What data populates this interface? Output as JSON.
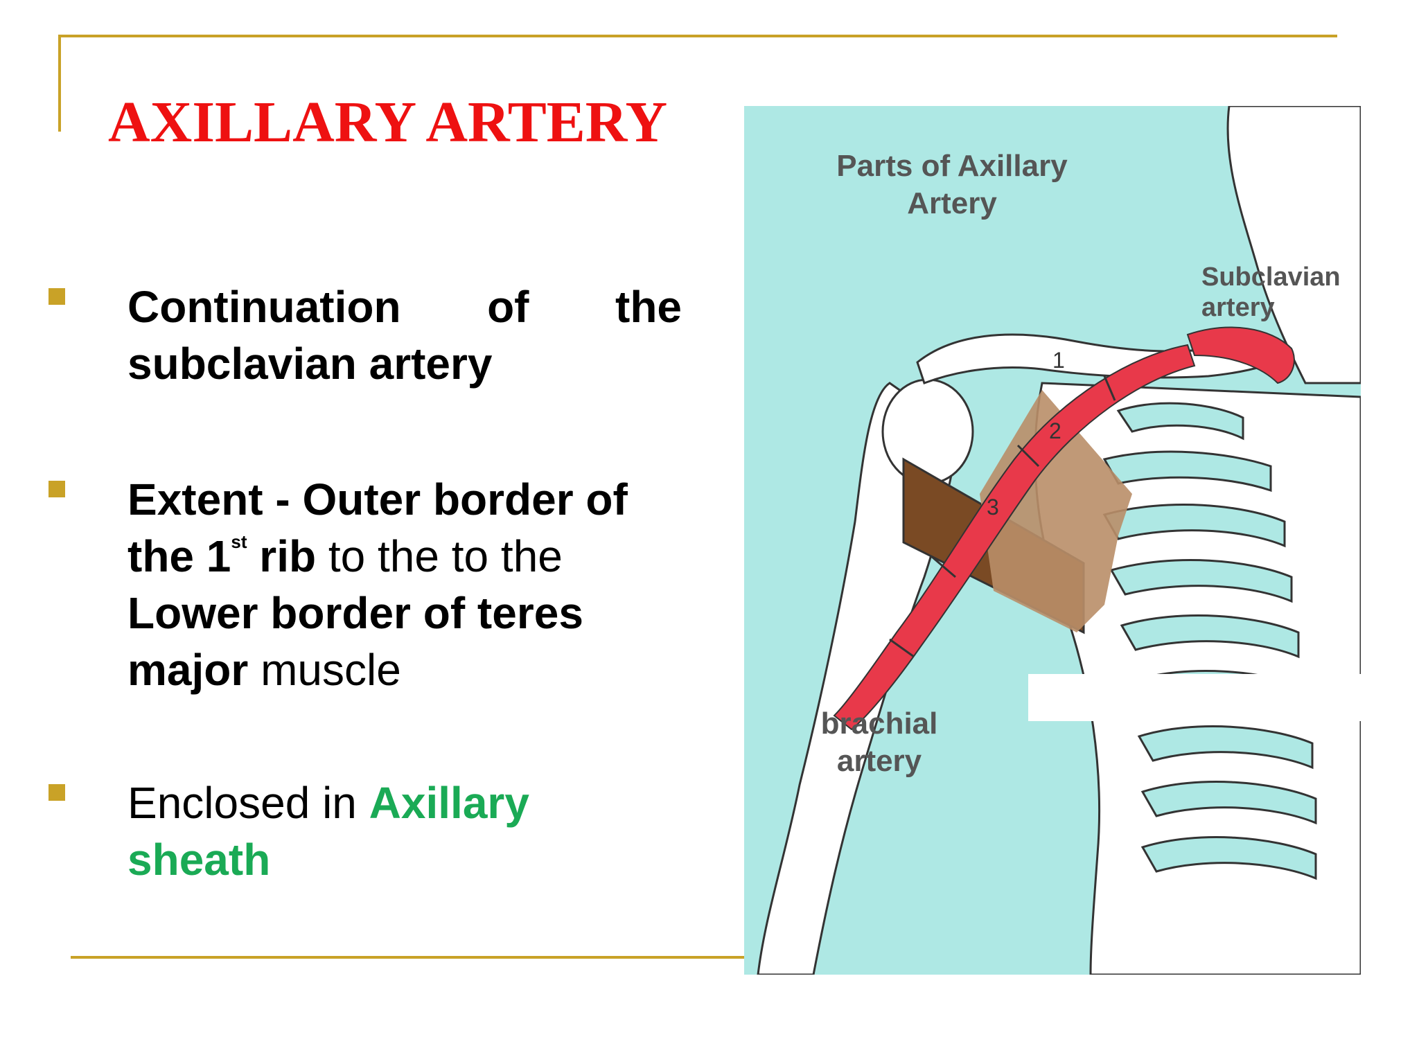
{
  "slide": {
    "title": "AXILLARY ARTERY",
    "bullets": [
      {
        "line1_a": "Continuation",
        "line1_b": "of",
        "line1_c": "the",
        "line2": "subclavian artery"
      },
      {
        "a": "Extent - Outer border of",
        "b": "the 1",
        "sup": "st",
        "c": " rib",
        "d": " to the to the",
        "e": "Lower border of teres",
        "f": "major",
        "g": " muscle"
      },
      {
        "a": "Enclosed in ",
        "b": "Axillary",
        "c": "sheath"
      }
    ]
  },
  "figure": {
    "title_line1": "Parts of Axillary",
    "title_line2": "Artery",
    "subclavian_line1": "Subclavian",
    "subclavian_line2": "artery",
    "brachial_line1": "brachial",
    "brachial_line2": "artery",
    "part_numbers": [
      "1",
      "2",
      "3"
    ],
    "colors": {
      "artery": "#e8394a",
      "background": "#aee8e4",
      "muscle_dark": "#7a4a24",
      "muscle_light": "#b98e68"
    }
  }
}
